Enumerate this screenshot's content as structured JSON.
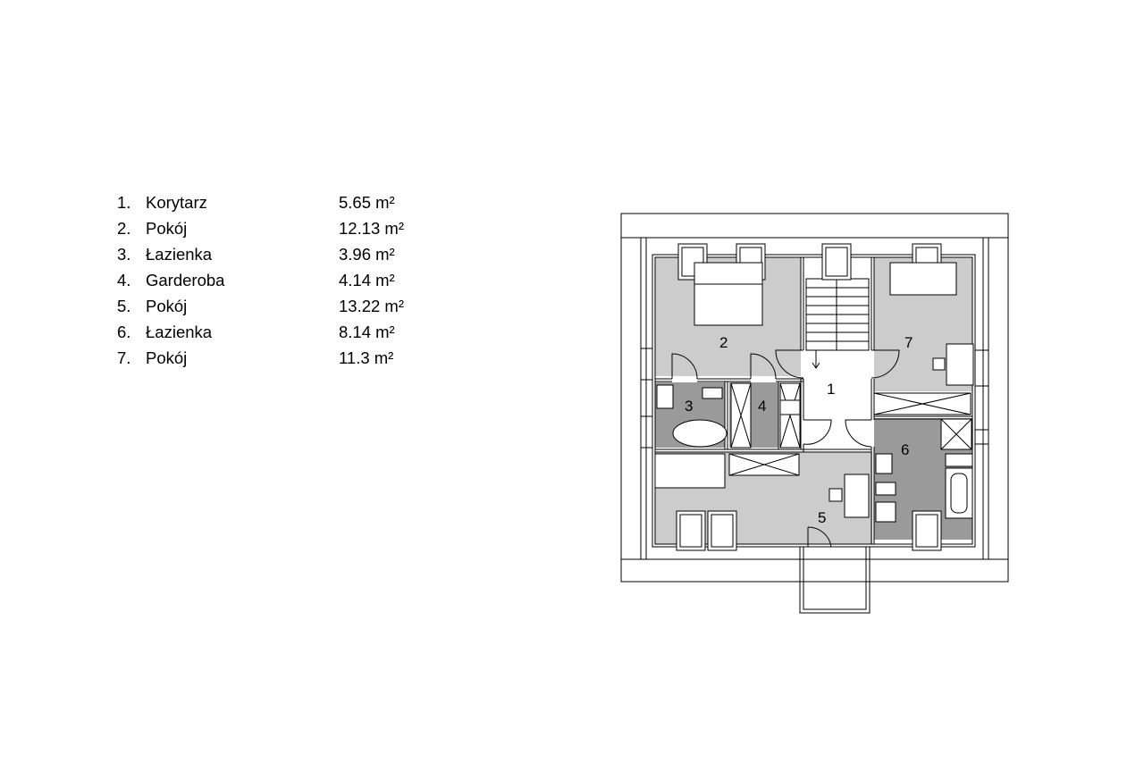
{
  "legend": {
    "rooms": [
      {
        "num": "1.",
        "name": "Korytarz",
        "area": "5.65 m²"
      },
      {
        "num": "2.",
        "name": "Pokój",
        "area": "12.13 m²"
      },
      {
        "num": "3.",
        "name": "Łazienka",
        "area": "3.96 m²"
      },
      {
        "num": "4.",
        "name": "Garderoba",
        "area": "4.14 m²"
      },
      {
        "num": "5.",
        "name": "Pokój",
        "area": "13.22 m²"
      },
      {
        "num": "6.",
        "name": "Łazienka",
        "area": "8.14 m²"
      },
      {
        "num": "7.",
        "name": "Pokój",
        "area": "11.3 m²"
      }
    ]
  },
  "plan": {
    "labels": {
      "r1": "1",
      "r2": "2",
      "r3": "3",
      "r4": "4",
      "r5": "5",
      "r6": "6",
      "r7": "7"
    },
    "colors": {
      "light_fill": "#cccccc",
      "dark_fill": "#9a9a9a",
      "line": "#000000"
    }
  }
}
